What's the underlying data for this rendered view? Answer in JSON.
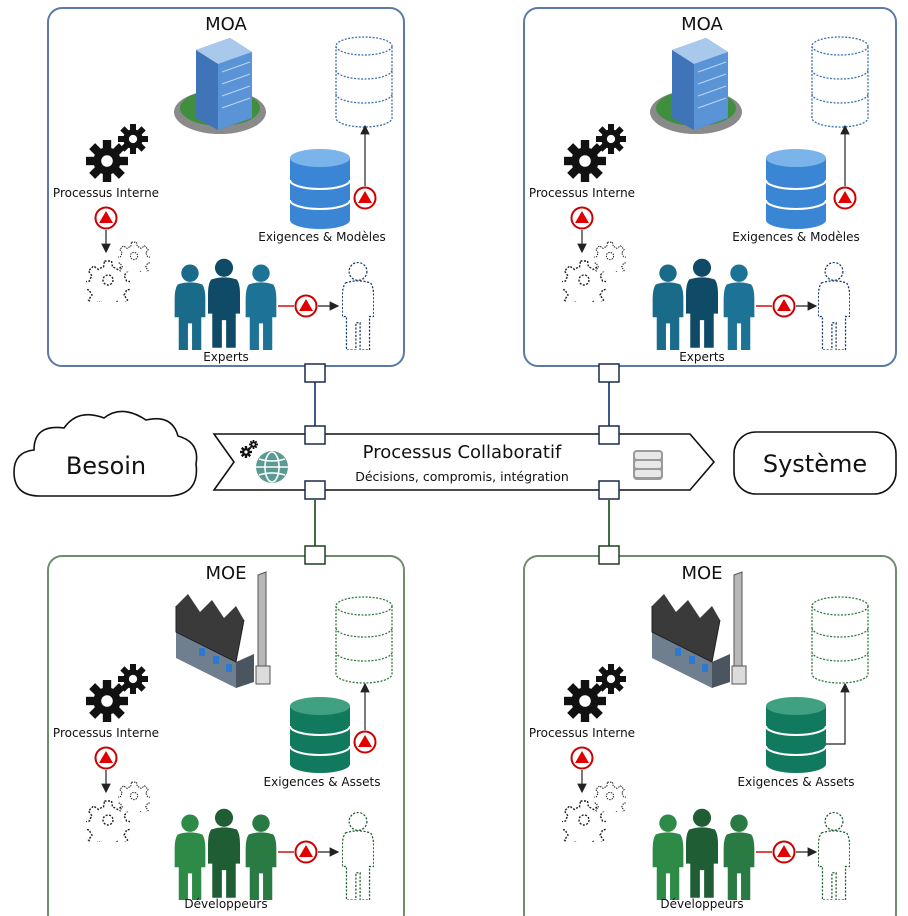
{
  "center": {
    "title": "Processus Collaboratif",
    "subtitle": "Décisions, compromis, intégration"
  },
  "left_cloud": {
    "label": "Besoin"
  },
  "right_box": {
    "label": "Système"
  },
  "panels": [
    {
      "id": "moa-left",
      "kind": "moa",
      "title": "MOA",
      "process_label": "Processus Interne",
      "repo_label": "Exigences & Modèles",
      "team_label": "Experts"
    },
    {
      "id": "moa-right",
      "kind": "moa",
      "title": "MOA",
      "process_label": "Processus Interne",
      "repo_label": "Exigences & Modèles",
      "team_label": "Experts"
    },
    {
      "id": "moe-left",
      "kind": "moe",
      "title": "MOE",
      "process_label": "Processus Interne",
      "repo_label": "Exigences & Assets",
      "team_label": "Développeurs"
    },
    {
      "id": "moe-right",
      "kind": "moe",
      "title": "MOE",
      "process_label": "Processus Interne",
      "repo_label": "Exigences & Assets",
      "team_label": "Développeurs"
    }
  ],
  "colors": {
    "moa_border": "#5b7aa6",
    "moe_border": "#6b8e6b",
    "moa_db": "#3a86d4",
    "moe_db": "#117a5e",
    "moa_people": [
      "#1a6a8a",
      "#0f4a66",
      "#1d7396"
    ],
    "moe_people": [
      "#2e8b47",
      "#1f5e34",
      "#2a7a44"
    ],
    "moa_link": "#3b5a8c",
    "moe_link": "#3f6f3f",
    "warn_ring": "#cc0000",
    "warn_fill": "#e00000"
  },
  "icons": [
    "building-icon",
    "factory-icon",
    "gears-icon",
    "database-icon",
    "people-icon",
    "person-outline-icon",
    "warning-triangle-icon",
    "globe-icon",
    "server-icon",
    "cloud-icon"
  ]
}
